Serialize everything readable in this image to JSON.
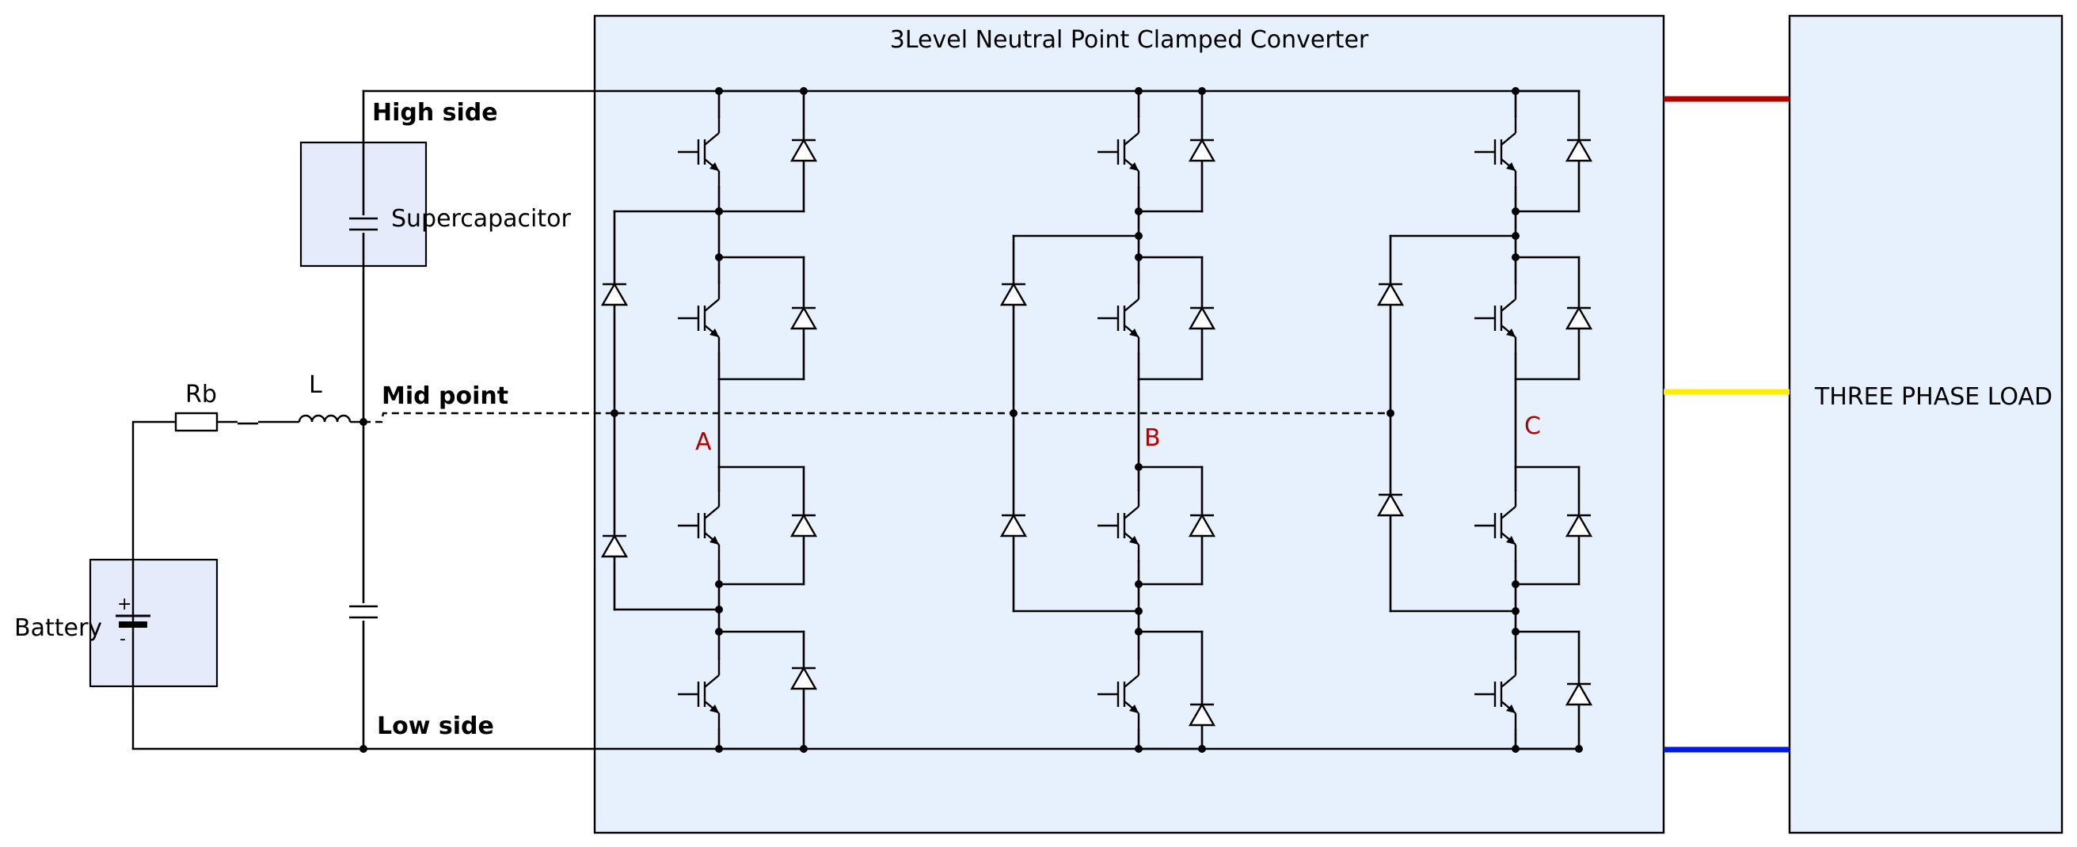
{
  "converter": {
    "title": "3Level  Neutral Point Clamped Converter"
  },
  "load": {
    "label": "THREE PHASE LOAD"
  },
  "dc_bus": {
    "high_label": "High side",
    "mid_label": "Mid point",
    "low_label": "Low side"
  },
  "components": {
    "battery": "Battery",
    "battery_plus": "+",
    "battery_minus": "-",
    "resistor": "Rb",
    "inductor": "L",
    "supercapacitor": "Supercapacitor"
  },
  "phases": [
    {
      "label": "A"
    },
    {
      "label": "B"
    },
    {
      "label": "C"
    }
  ],
  "colors": {
    "phase_a_line": "#b00000",
    "phase_b_line": "#ffee00",
    "phase_c_line": "#0018e0",
    "phase_label": "#b00000",
    "converter_fill": "#e6f1fd",
    "component_fill": "#e6ebfb"
  }
}
